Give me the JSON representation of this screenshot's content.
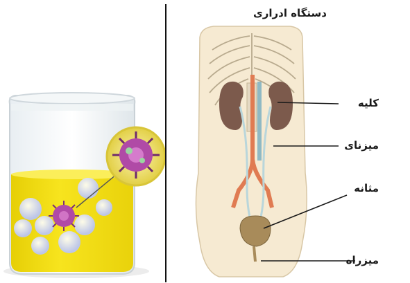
{
  "diagram": {
    "title": "دستگاه ادراری",
    "labels": {
      "kidney": "کلیه",
      "ureter": "میزنای",
      "bladder": "مثانه",
      "urethra": "میزراه"
    }
  },
  "colors": {
    "urine": "#f2dd10",
    "kidney": "#7c5a4c",
    "artery": "#e07b52",
    "body": "#f6ead2",
    "bacteria": "#b04aa6"
  }
}
